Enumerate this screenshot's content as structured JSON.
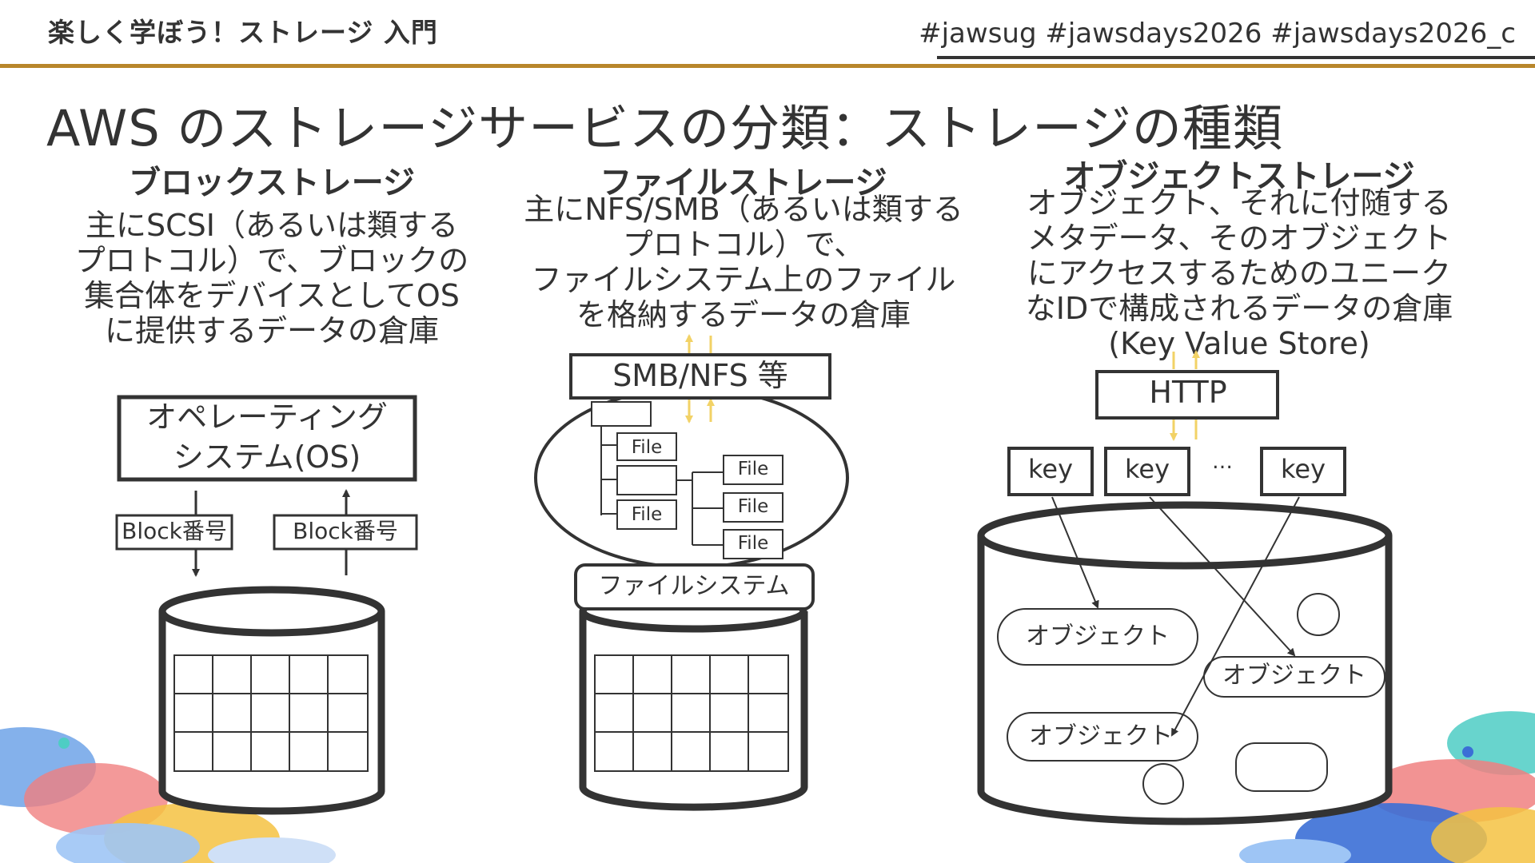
{
  "header": {
    "title": "楽しく学ぼう！ストレージ 入門",
    "hashtags": "#jawsug #jawsdays2026 #jawsdays2026_c"
  },
  "slide": {
    "title": "AWS のストレージサービスの分類：ストレージの種類"
  },
  "block": {
    "heading": "ブロックストレージ",
    "description": "主にSCSI（あるいは類する\nプロトコル）で、ブロックの\n集合体をデバイスとしてOS\nに提供するデータの倉庫",
    "os_line1": "オペレーティング",
    "os_line2": "システム(OS)",
    "block_number_down": "Block番号",
    "block_number_up": "Block番号"
  },
  "file": {
    "heading": "ファイルストレージ",
    "description": "主にNFS/SMB（あるいは類する\nプロトコル）で、\nファイルシステム上のファイル\nを格納するデータの倉庫",
    "protocol": "SMB/NFS 等",
    "file_labels": [
      "File",
      "File",
      "File",
      "File",
      "File"
    ],
    "filesystem": "ファイルシステム"
  },
  "object": {
    "heading": "オブジェクトストレージ",
    "description": "オブジェクト、それに付随する\nメタデータ、そのオブジェクト\nにアクセスするためのユニーク\nなIDで構成されるデータの倉庫\n(Key Value Store)",
    "protocol": "HTTP",
    "keys": [
      "key",
      "key",
      "key"
    ],
    "ellipsis": "…",
    "objects": [
      "オブジェクト",
      "オブジェクト",
      "オブジェクト"
    ]
  },
  "colors": {
    "text": "#333333",
    "gold_rule": "#b8862b",
    "arrow_yellow": "#f2d266"
  }
}
